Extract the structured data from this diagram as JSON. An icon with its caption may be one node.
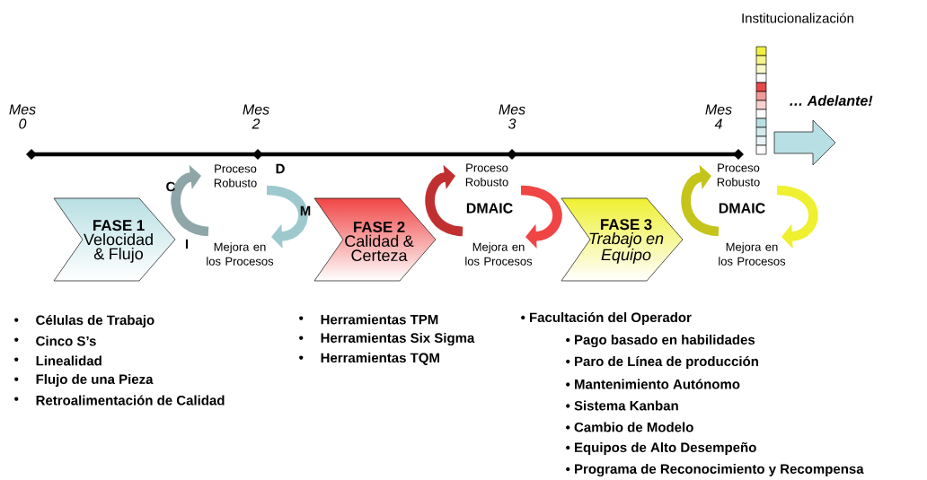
{
  "diagram": {
    "nodes": [
      {
        "text": [
          "FASE 1",
          "Velocidad & Flujo"
        ]
      },
      {
        "text": [
          "FASE 2",
          "Calidad & Certeza"
        ]
      },
      {
        "text": [
          "FASE  3",
          "Trabajo en Equipo"
        ]
      }
    ],
    "labels": [
      "Institucionalización",
      "Mes 0",
      "Mes 2",
      "Mes 3",
      "Mes 4",
      "… Adelante!",
      "Proceso Robusto",
      "D",
      "C",
      "M",
      "Mejora en los Procesos",
      "I",
      "Proceso Robusto",
      "DMAIC",
      "Mejora en los Procesos",
      "Proceso Robusto",
      "DMAIC",
      "Mejora en los Procesos",
      "•",
      "Células de Trabajo",
      "•",
      "Cinco S’s",
      "•",
      "Linealidad",
      "•",
      "Flujo de una Pieza",
      "•",
      "Retroalimentación de Calidad",
      "•",
      "Herramientas TPM",
      "•",
      "Herramientas Six Sigma",
      "•",
      "Herramientas TQM",
      "• Facultación del Operador",
      "• Pago basado en habilidades",
      "• Paro de Línea de producción",
      "• Mantenimiento Autónomo",
      "• Sistema Kanban",
      "• Cambio de Modelo",
      "• Equipos de Alto Desempeño",
      "• Programa de Reconocimiento y Recompensa"
    ]
  }
}
